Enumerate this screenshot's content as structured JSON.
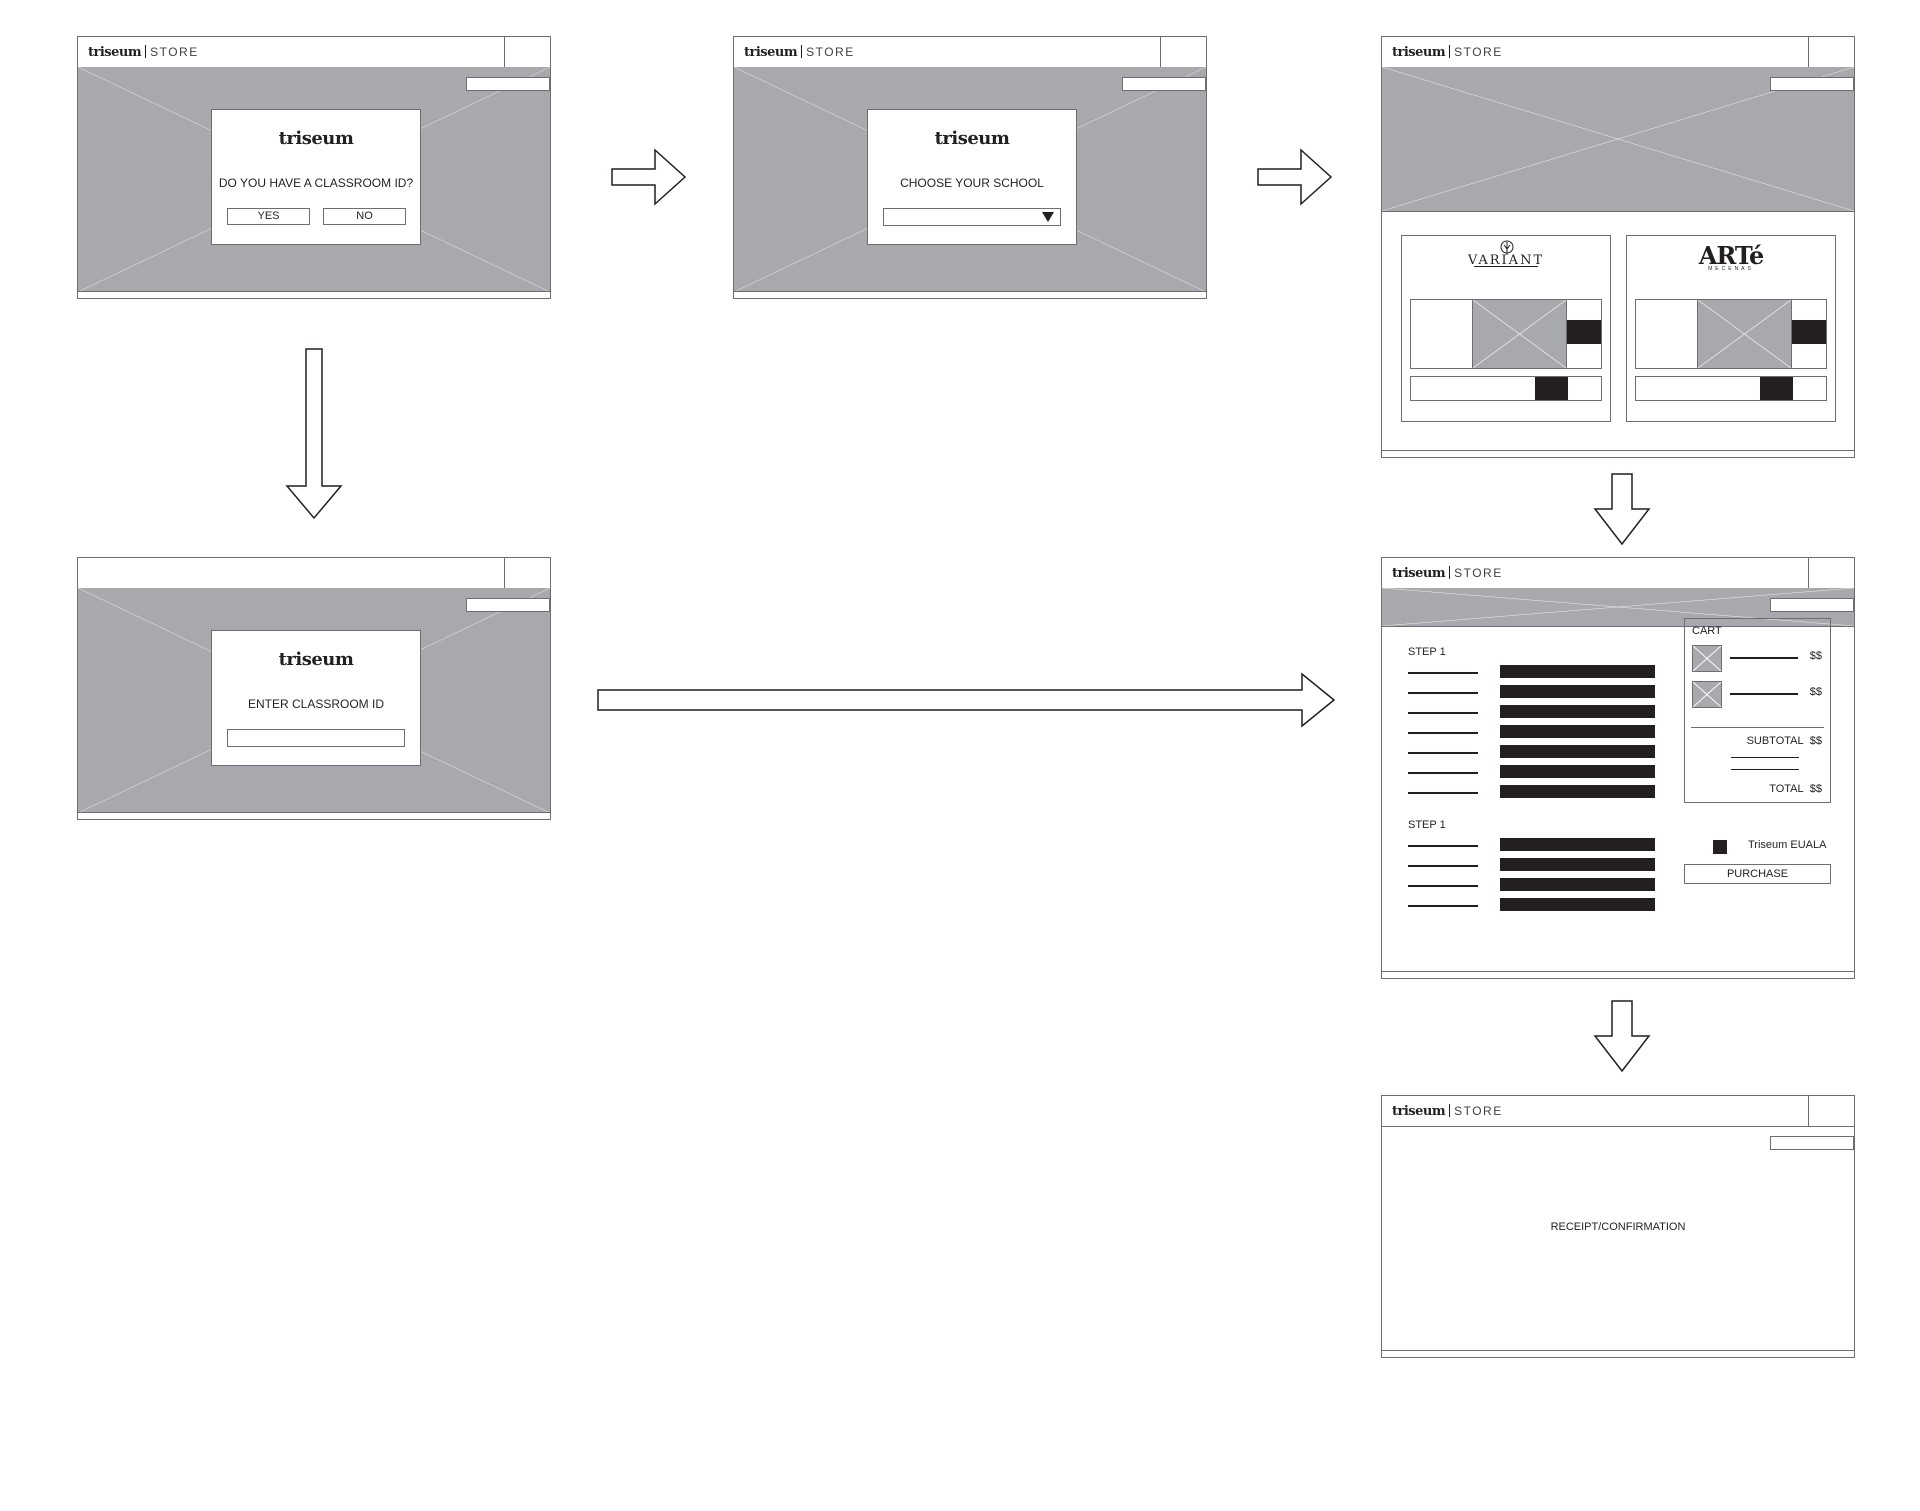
{
  "brand": {
    "logo": "triseum",
    "store": "STORE"
  },
  "screen1": {
    "logo": "triseum",
    "question": "DO YOU HAVE A CLASSROOM ID?",
    "yes": "YES",
    "no": "NO"
  },
  "screen2": {
    "logo": "triseum",
    "question": "CHOOSE YOUR SCHOOL",
    "select_value": ""
  },
  "screen3": {
    "partners": [
      {
        "logo": "VARIANT"
      },
      {
        "logo": "ARTé",
        "logo_sub": "MECENAS"
      }
    ]
  },
  "screen4": {
    "logo": "triseum",
    "question": "ENTER CLASSROOM ID",
    "input_value": ""
  },
  "screen5": {
    "step1_label": "STEP 1",
    "step2_label": "STEP 1",
    "cart": {
      "title": "CART",
      "items": [
        {
          "price": "$$"
        },
        {
          "price": "$$"
        }
      ],
      "subtotal_label": "SUBTOTAL",
      "subtotal_value": "$$",
      "total_label": "TOTAL",
      "total_value": "$$"
    },
    "eula": "Triseum EUALA",
    "purchase": "PURCHASE"
  },
  "screen6": {
    "text": "RECEIPT/CONFIRMATION"
  }
}
